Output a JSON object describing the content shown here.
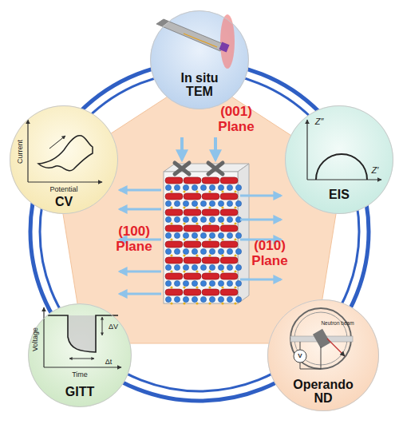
{
  "diagram": {
    "nodes": [
      {
        "text": [
          "In situ TEM"
        ]
      },
      {
        "text": [
          "CV"
        ]
      },
      {
        "text": [
          "EIS"
        ]
      },
      {
        "text": [
          "GITT"
        ]
      },
      {
        "text": [
          "Operando ND"
        ]
      }
    ],
    "labels": [
      "(001) Plane",
      "(100) Plane",
      "(010) Plane",
      "Current",
      "Potential",
      "Z″",
      "Z′",
      "Voltage",
      "Time",
      "ΔV",
      "Δt",
      "Neutron beam",
      "V"
    ]
  }
}
